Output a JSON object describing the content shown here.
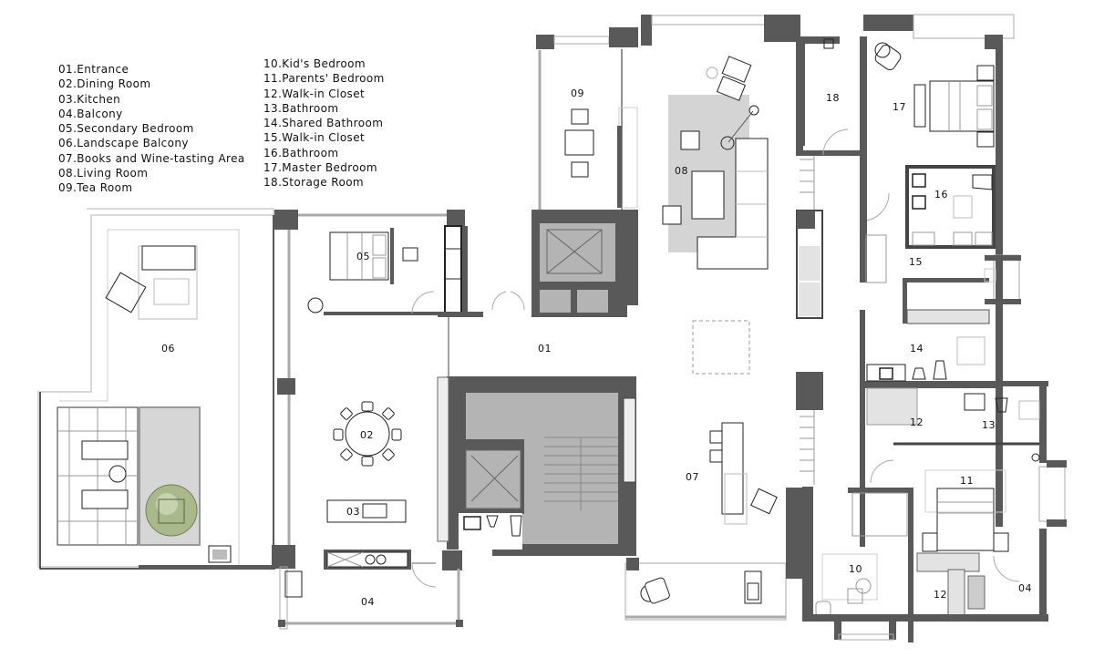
{
  "legend": {
    "left": [
      "01.Entrance",
      "02.Dining Room",
      "03.Kitchen",
      "04.Balcony",
      "05.Secondary Bedroom",
      "06.Landscape Balcony",
      "07.Books and Wine-tasting Area",
      "08.Living Room",
      "09.Tea Room"
    ],
    "right": [
      "10.Kid's Bedroom",
      "11.Parents' Bedroom",
      "12.Walk-in Closet",
      "13.Bathroom",
      "14.Shared Bathroom",
      "15.Walk-in Closet",
      "16.Bathroom",
      "17.Master Bedroom",
      "18.Storage Room"
    ]
  },
  "rooms": {
    "r01": "01",
    "r02": "02",
    "r03": "03",
    "r04a": "04",
    "r04b": "04",
    "r05": "05",
    "r06": "06",
    "r07": "07",
    "r08": "08",
    "r09": "09",
    "r10": "10",
    "r11": "11",
    "r12a": "12",
    "r12b": "12",
    "r13": "13",
    "r14": "14",
    "r15": "15",
    "r16": "16",
    "r17": "17",
    "r18": "18"
  },
  "colors": {
    "wall": "#595959",
    "core_fill": "#b4b4b4",
    "rug": "#d4d4d4",
    "planter": "#d6d6d6",
    "plant": "#a9b98a"
  }
}
